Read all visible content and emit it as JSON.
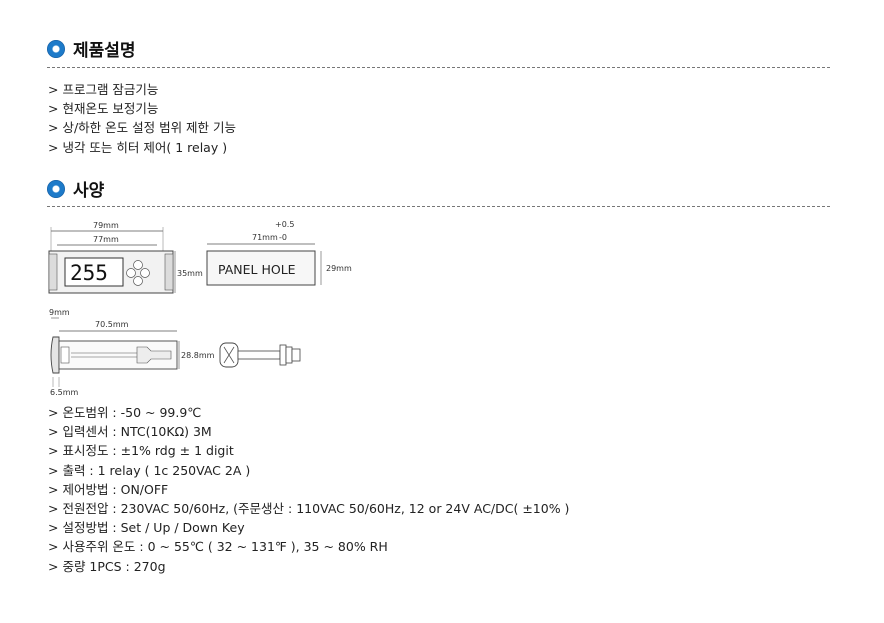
{
  "section1": {
    "title": "제품설명",
    "items": [
      "> 프로그램 잠금기능",
      "> 현재온도 보정기능",
      "> 상/하한 온도 설정 범위 제한 기능",
      "> 냉각 또는 히터 제어( 1 relay )"
    ]
  },
  "section2": {
    "title": "사양",
    "items": [
      "> 온도범위 : -50 ~ 99.9℃",
      "> 입력센서 : NTC(10KΩ) 3M",
      "> 표시정도 : ±1% rdg ± 1 digit",
      "> 출력 : 1 relay ( 1c 250VAC 2A )",
      "> 제어방법 : ON/OFF",
      "> 전원전압 : 230VAC 50/60Hz, (주문생산 : 110VAC 50/60Hz, 12 or 24V AC/DC( ±10% )",
      "> 설정방법 : Set / Up / Down Key",
      "> 사용주위 온도 : 0 ~ 55℃ ( 32 ~ 131℉ ), 35 ~ 80% RH",
      "> 중량 1PCS : 270g"
    ]
  },
  "diagram": {
    "width_outer": "79mm",
    "width_inner": "77mm",
    "height_front": "35mm",
    "display_value": "255",
    "panel_hole_label": "PANEL HOLE",
    "panel_hole_tolerance_plus": "+0.5",
    "panel_hole_width": "71mm",
    "panel_hole_tolerance_minus": "-0",
    "panel_hole_height": "29mm",
    "side_bezel": "9mm",
    "side_depth": "70.5mm",
    "side_height": "28.8mm",
    "side_front": "6.5mm"
  },
  "colors": {
    "icon_outer": "#0a4f93",
    "icon_inner": "#1d7ac9",
    "divider": "#777777"
  }
}
